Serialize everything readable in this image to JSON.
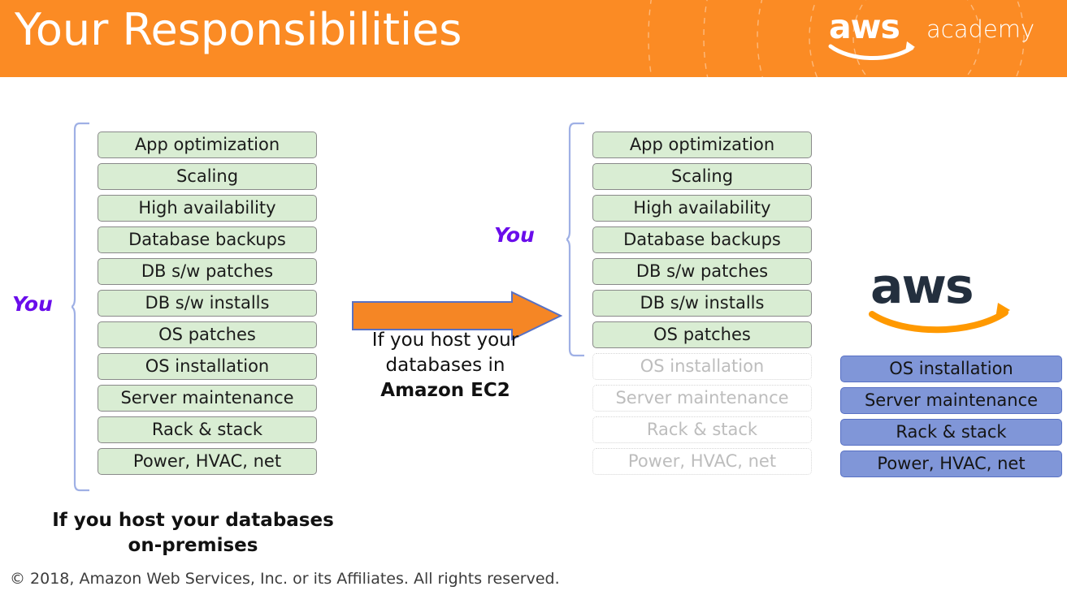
{
  "header": {
    "title": "Your Responsibilities",
    "background_color": "#FB8B24",
    "logo": {
      "wordmark": "aws",
      "suffix": "academy"
    }
  },
  "accent_colors": {
    "orange": "#FB8B24",
    "green_box_fill": "#D9EDD3",
    "green_box_border": "#8a8a8a",
    "blue_box_fill": "#8096D8",
    "blue_box_border": "#5871C4",
    "faded_text": "#bdbdbd",
    "you_purple": "#6A0DEB",
    "bracket_blue": "#9FB0E5",
    "aws_navy": "#232F3E",
    "aws_orange": "#FF9900"
  },
  "left_column": {
    "you_label": "You",
    "caption_line1": "If you host your databases",
    "caption_line2": "on-premises",
    "items": [
      {
        "label": "App optimization",
        "state": "owned"
      },
      {
        "label": "Scaling",
        "state": "owned"
      },
      {
        "label": "High availability",
        "state": "owned"
      },
      {
        "label": "Database backups",
        "state": "owned"
      },
      {
        "label": "DB s/w patches",
        "state": "owned"
      },
      {
        "label": "DB s/w installs",
        "state": "owned"
      },
      {
        "label": "OS patches",
        "state": "owned"
      },
      {
        "label": "OS installation",
        "state": "owned"
      },
      {
        "label": "Server maintenance",
        "state": "owned"
      },
      {
        "label": "Rack & stack",
        "state": "owned"
      },
      {
        "label": "Power, HVAC, net",
        "state": "owned"
      }
    ]
  },
  "transition": {
    "arrow_label": "right-arrow",
    "caption_line1": "If you host your",
    "caption_line2": "databases in",
    "caption_line3": "Amazon EC2"
  },
  "middle_column": {
    "you_label": "You",
    "items": [
      {
        "label": "App optimization",
        "state": "owned"
      },
      {
        "label": "Scaling",
        "state": "owned"
      },
      {
        "label": "High availability",
        "state": "owned"
      },
      {
        "label": "Database backups",
        "state": "owned"
      },
      {
        "label": "DB s/w patches",
        "state": "owned"
      },
      {
        "label": "DB s/w installs",
        "state": "owned"
      },
      {
        "label": "OS patches",
        "state": "owned"
      },
      {
        "label": "OS installation",
        "state": "faded"
      },
      {
        "label": "Server maintenance",
        "state": "faded"
      },
      {
        "label": "Rack & stack",
        "state": "faded"
      },
      {
        "label": "Power, HVAC, net",
        "state": "faded"
      }
    ]
  },
  "right_column": {
    "logo_wordmark": "aws",
    "items": [
      {
        "label": "OS installation",
        "state": "aws"
      },
      {
        "label": "Server maintenance",
        "state": "aws"
      },
      {
        "label": "Rack & stack",
        "state": "aws"
      },
      {
        "label": "Power, HVAC, net",
        "state": "aws"
      }
    ]
  },
  "footer": {
    "copyright": "© 2018, Amazon Web Services, Inc. or its Affiliates. All rights reserved."
  }
}
